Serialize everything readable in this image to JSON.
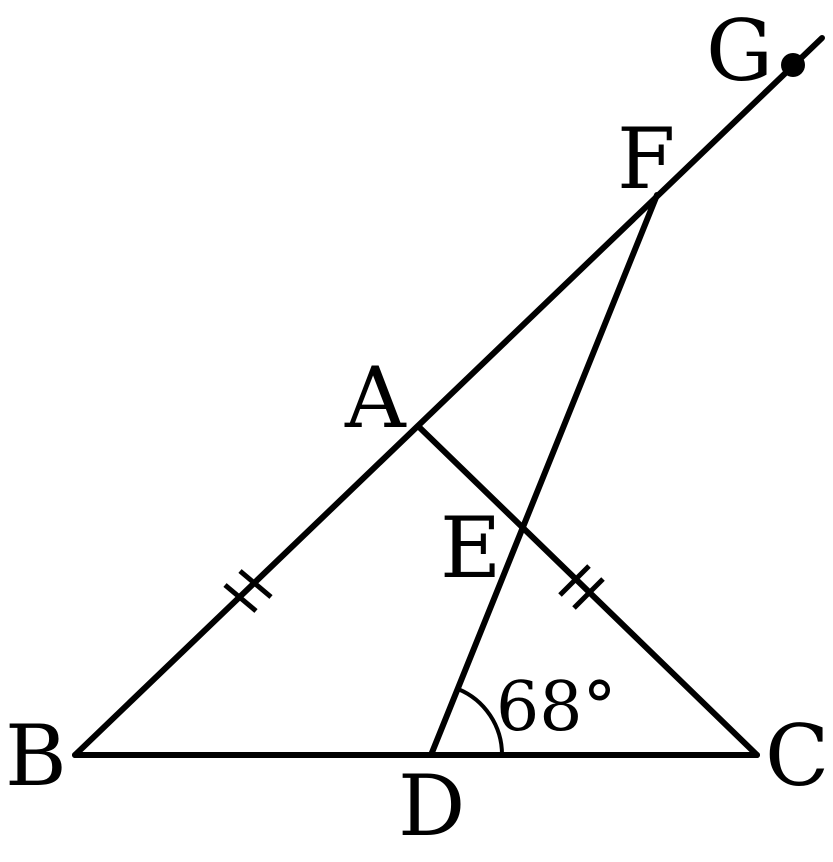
{
  "diagram": {
    "points": {
      "A": "A",
      "B": "B",
      "C": "C",
      "D": "D",
      "E": "E",
      "F": "F",
      "G": "G"
    },
    "angle_label": "68°"
  }
}
